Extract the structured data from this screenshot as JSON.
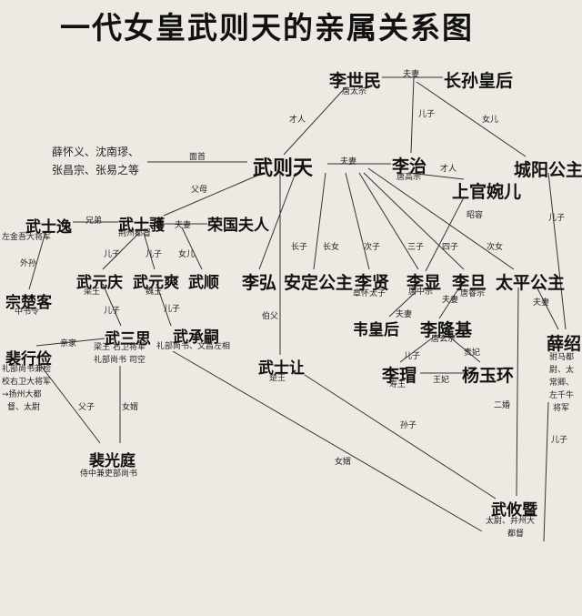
{
  "title": "一代女皇武则天的亲属关系图",
  "nodes": {
    "li_shimin": {
      "name": "李世民",
      "note": "唐太宗"
    },
    "zhangsun": {
      "name": "长孙皇后"
    },
    "wu_zetian": {
      "name": "武则天"
    },
    "li_zhi": {
      "name": "李治",
      "note": "唐高宗"
    },
    "chengyang": {
      "name": "城阳公主"
    },
    "shangguan": {
      "name": "上官婉儿"
    },
    "lovers": {
      "line1": "薛怀义、沈南璆、",
      "line2": "张昌宗、张易之等"
    },
    "wu_shiyi": {
      "name": "武士逸",
      "note": "左金吾大将军"
    },
    "wu_shihuo": {
      "name": "武士彟",
      "note": "荆州都督"
    },
    "rongguo": {
      "name": "荣国夫人"
    },
    "wu_yuanqing": {
      "name": "武元庆",
      "note": "梁王"
    },
    "wu_yuanshuang": {
      "name": "武元爽",
      "note": "魏王"
    },
    "wu_shun": {
      "name": "武顺"
    },
    "zong_chuke": {
      "name": "宗楚客",
      "note": "中书令"
    },
    "li_hong": {
      "name": "李弘"
    },
    "anding": {
      "name": "安定公主"
    },
    "li_xian_zh": {
      "name": "李贤",
      "note": "章怀太子"
    },
    "li_xian": {
      "name": "李显",
      "note": "唐中宗"
    },
    "li_dan": {
      "name": "李旦",
      "note": "唐睿宗"
    },
    "taiping": {
      "name": "太平公主"
    },
    "wu_sansi": {
      "name": "武三思",
      "note1": "梁王 右卫将军",
      "note2": "礼部尚书 司空"
    },
    "wu_chengsi": {
      "name": "武承嗣",
      "note": "礼部尚书、文昌左相"
    },
    "pei_xingjian": {
      "name": "裴行俭",
      "note1": "礼部尚书兼检",
      "note2": "校右卫大将军",
      "note3": "→扬州大都",
      "note4": "督、太尉"
    },
    "wei_hou": {
      "name": "韦皇后"
    },
    "li_longji": {
      "name": "李隆基",
      "note": "唐玄宗"
    },
    "xue_shao": {
      "name": "薛绍",
      "note1": "驸马都",
      "note2": "尉、太",
      "note3": "常卿、",
      "note4": "左千牛",
      "note5": "将军"
    },
    "wu_shirang": {
      "name": "武士让",
      "note": "楚王"
    },
    "li_mao": {
      "name": "李瑁",
      "note": "寿王"
    },
    "yang_yuhuan": {
      "name": "杨玉环"
    },
    "pei_guangting": {
      "name": "裴光庭",
      "note": "侍中兼吏部尚书"
    },
    "wu_youji": {
      "name": "武攸暨",
      "note1": "太尉、并州大",
      "note2": "都督"
    }
  },
  "edges": {
    "e1": "夫妻",
    "e2": "儿子",
    "e3": "女儿",
    "e4": "才人",
    "e5": "面首",
    "e6": "夫妻",
    "e7": "才人",
    "e8": "昭容",
    "e9": "儿子",
    "e10": "父母",
    "e11": "兄弟",
    "e12": "夫妻",
    "e13": "外孙",
    "e14": "儿子",
    "e15": "儿子",
    "e16": "女儿",
    "e17": "长子",
    "e18": "长女",
    "e19": "次子",
    "e20": "三子",
    "e21": "四子",
    "e22": "次女",
    "e23": "儿子",
    "e24": "儿子",
    "e25": "伯父",
    "e26": "亲家",
    "e27": "夫妻",
    "e28": "夫妻",
    "e29": "儿子",
    "e30": "王妃",
    "e31": "贵妃",
    "e32": "父子",
    "e33": "女婿",
    "e34": "二婚",
    "e35": "孙子",
    "e36": "女婿",
    "e37": "儿子",
    "e38": "夫妻"
  }
}
